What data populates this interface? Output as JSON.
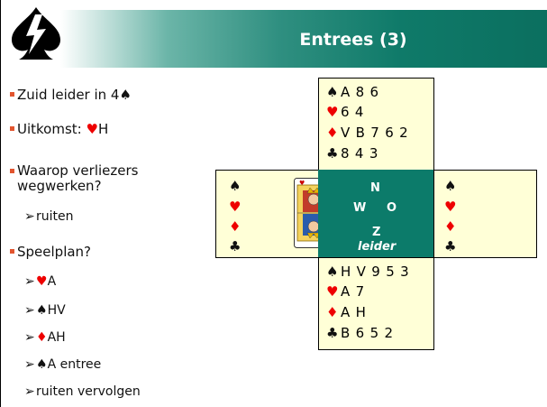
{
  "header": {
    "title": "Entrees (3)"
  },
  "bullets": [
    {
      "text": "Zuid leider in 4",
      "suit": "♠",
      "suit_color": "#111111"
    },
    {
      "pre": "Uitkomst: ",
      "suit": "♥",
      "suit_color": "#e00000",
      "post": "H"
    },
    {
      "line1": "Waarop verliezers",
      "line2": "wegwerken?"
    },
    {
      "text": "Speelplan?"
    }
  ],
  "subitems": {
    "ruiten": "ruiten",
    "plan": [
      {
        "suit": "♥",
        "suit_color": "#e00000",
        "text": "A"
      },
      {
        "suit": "♠",
        "suit_color": "#111111",
        "text": "HV"
      },
      {
        "suit": "♦",
        "suit_color": "#e00000",
        "text": "AH"
      },
      {
        "suit": "♠",
        "suit_color": "#111111",
        "text": "A entree"
      },
      {
        "suit": "",
        "suit_color": "#111111",
        "text": "ruiten vervolgen"
      }
    ]
  },
  "north": [
    {
      "suit": "♠",
      "cards": "A 8 6"
    },
    {
      "suit": "♥",
      "cards": "6 4"
    },
    {
      "suit": "♦",
      "cards": "V B 7 6 2"
    },
    {
      "suit": "♣",
      "cards": "8 4 3"
    }
  ],
  "south": [
    {
      "suit": "♠",
      "cards": "H V 9 5 3"
    },
    {
      "suit": "♥",
      "cards": "A 7"
    },
    {
      "suit": "♦",
      "cards": "A H"
    },
    {
      "suit": "♣",
      "cards": "B 6 5 2"
    }
  ],
  "west": [
    {
      "suit": "♠"
    },
    {
      "suit": "♥"
    },
    {
      "suit": "♦"
    },
    {
      "suit": "♣"
    }
  ],
  "east": [
    {
      "suit": "♠"
    },
    {
      "suit": "♥"
    },
    {
      "suit": "♦"
    },
    {
      "suit": "♣"
    }
  ],
  "compass": {
    "n": "N",
    "w": "W",
    "o": "O",
    "z": "Z",
    "role": "leider"
  },
  "colors": {
    "header_dark": "#0b6f5f",
    "hand_bg": "#ffffd7",
    "center_bg": "#0c7b6a",
    "red_suit": "#e00000",
    "bullet": "#e2552f"
  }
}
